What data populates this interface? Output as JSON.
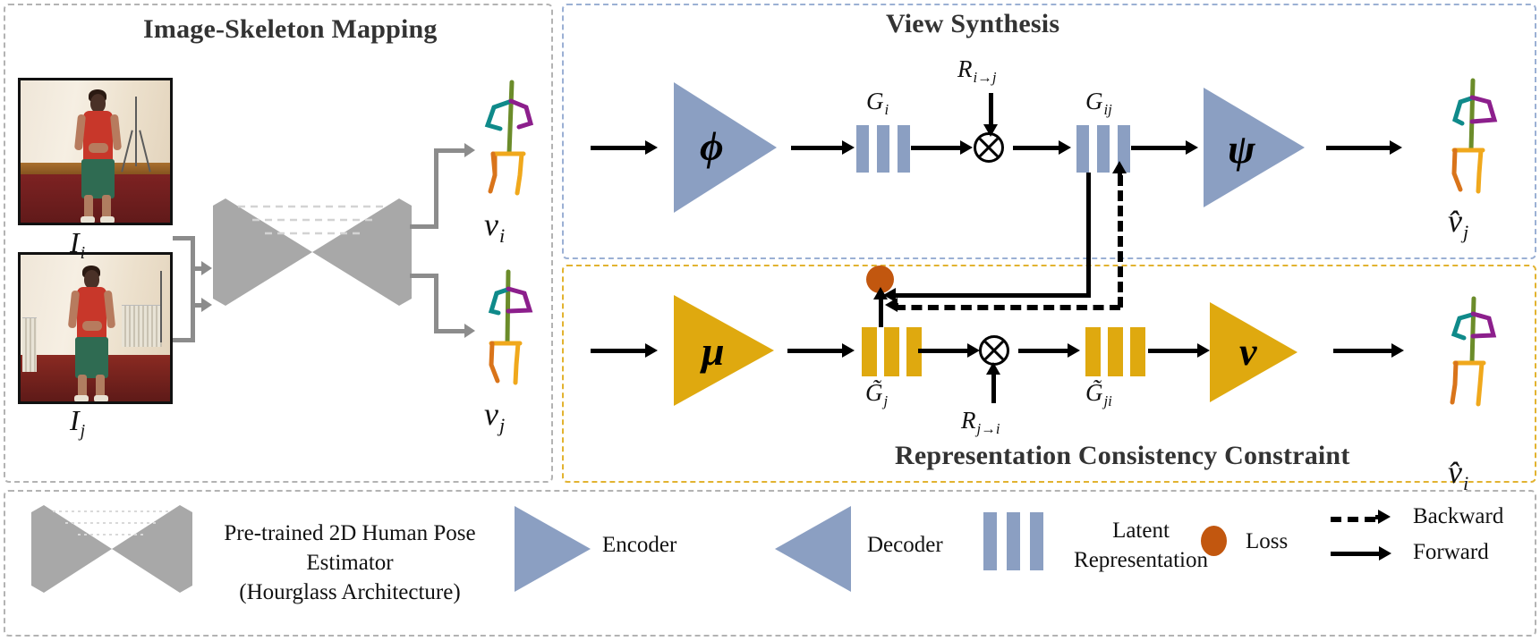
{
  "panels": {
    "image_skeleton_mapping": {
      "title": "Image-Skeleton Mapping",
      "border_color": "#b3b3b3"
    },
    "view_synthesis": {
      "title": "View Synthesis",
      "border_color": "#9bb0d4"
    },
    "representation_consistency": {
      "title": "Representation Consistency Constraint",
      "border_color": "#e2b330"
    },
    "legend": {
      "border_color": "#b3b3b3"
    }
  },
  "inputs": {
    "image_i_label": "I",
    "image_i_sub": "i",
    "image_j_label": "I",
    "image_j_sub": "j",
    "image_i_alt": "person-photo-view-i",
    "image_j_alt": "person-photo-view-j"
  },
  "backbone": {
    "name": "hourglass-network",
    "color": "#a8a8a8"
  },
  "skeleton_outputs": {
    "v_i": {
      "symbol": "v",
      "sub": "i"
    },
    "v_j": {
      "symbol": "v",
      "sub": "j"
    },
    "v_hat_j": {
      "symbol": "v̂",
      "sub": "j"
    },
    "v_hat_i": {
      "symbol": "v̂",
      "sub": "i"
    }
  },
  "view_synthesis": {
    "encoder_symbol": "ϕ",
    "decoder_symbol": "ψ",
    "latent_in": {
      "label": "G",
      "sub": "i"
    },
    "latent_out": {
      "label": "G",
      "sub": "ij"
    },
    "rotation": {
      "label": "R",
      "sub": "i→j"
    },
    "op_symbol": "⊗",
    "bar_color": "#8b9fc2",
    "triangle_color": "#8b9fc2"
  },
  "representation_consistency": {
    "encoder_symbol": "μ",
    "decoder_symbol": "ν",
    "latent_in": {
      "label": "G̃",
      "sub": "j"
    },
    "latent_out": {
      "label": "G̃",
      "sub": "ji"
    },
    "rotation": {
      "label": "R",
      "sub": "j→i"
    },
    "op_symbol": "⊗",
    "bar_color": "#dfa90f",
    "triangle_color": "#dfa90f",
    "loss_color": "#c2570f"
  },
  "legend": {
    "hourglass_line1": "Pre-trained  2D Human  Pose Estimator",
    "hourglass_line2": "(Hourglass Architecture)",
    "encoder_label": "Encoder",
    "decoder_label": "Decoder",
    "latent_line1": "Latent",
    "latent_line2": "Representation",
    "loss_label": "Loss",
    "backward_label": "Backward",
    "forward_label": "Forward"
  },
  "colors": {
    "blue": "#8b9fc2",
    "yellow": "#dfa90f",
    "loss_orange": "#c2570f",
    "gray": "#a8a8a8",
    "arrow_gray": "#8c8c8c",
    "skeleton_spine": "#6b8c2a",
    "skeleton_left_arm": "#0f8a8a",
    "skeleton_right_arm": "#8c1f8c",
    "skeleton_left_leg": "#d9741a",
    "skeleton_right_leg": "#f0a81c"
  }
}
